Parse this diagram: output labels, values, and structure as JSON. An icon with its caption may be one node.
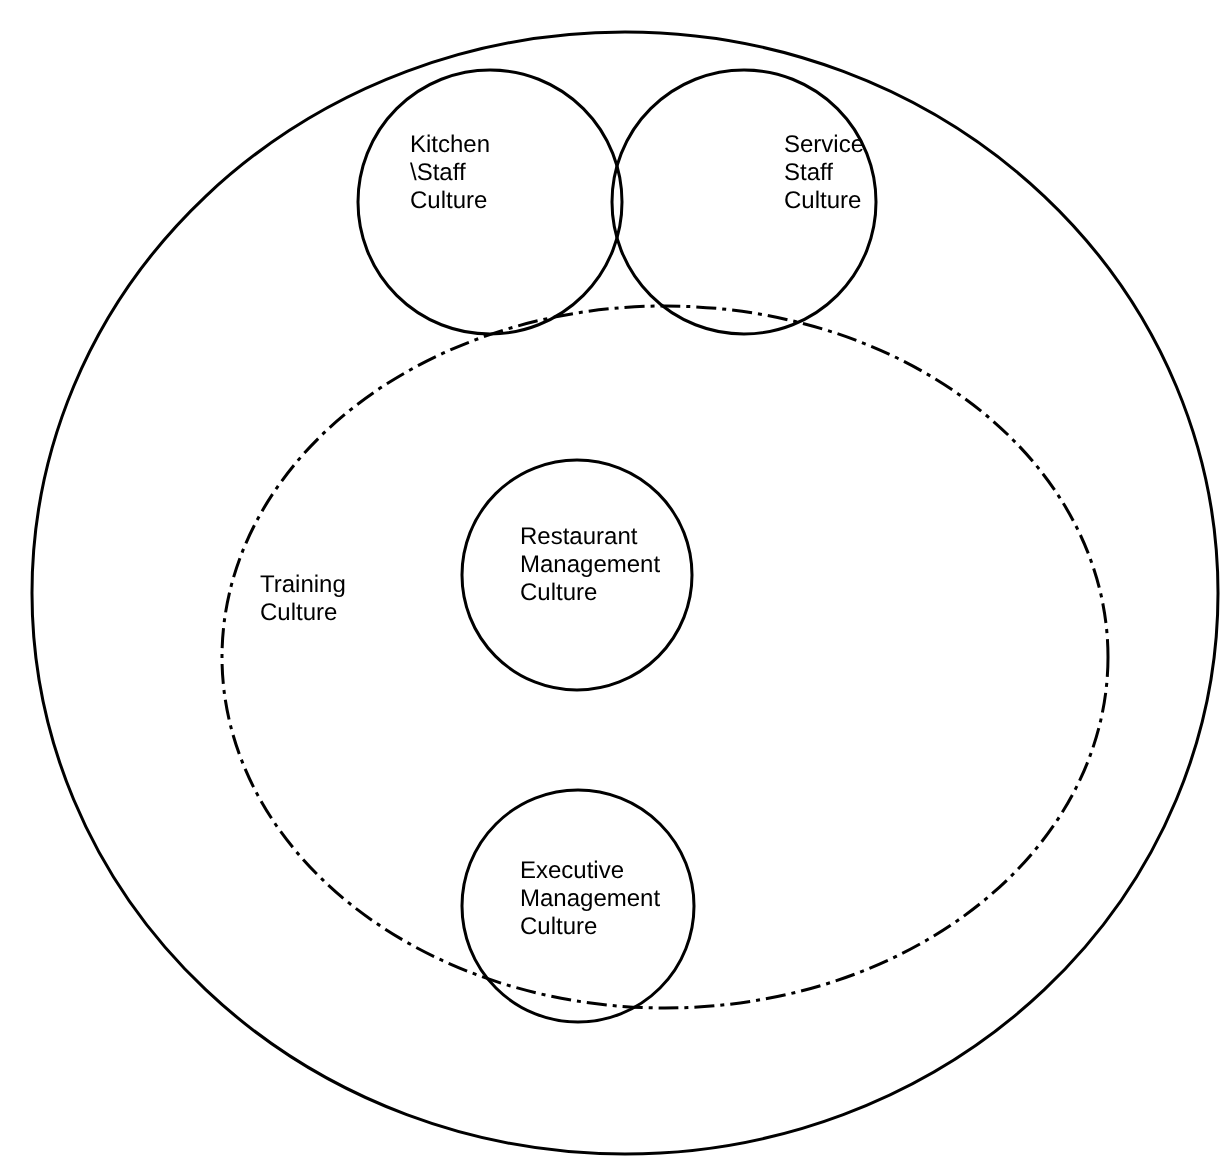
{
  "diagram": {
    "nodes": [
      {
        "text": [],
        "shape": "circle"
      },
      {
        "text": [
          "Kitchen \\Staff Culture"
        ],
        "in": 0
      },
      {
        "text": [
          "Service Staff Culture"
        ],
        "in": 0
      },
      {
        "text": [
          "Training Culture"
        ],
        "in": 0
      },
      {
        "text": [
          "Restaurant Management Culture"
        ],
        "in": 3
      },
      {
        "text": [
          "Executive Management Culture"
        ],
        "in": 0
      }
    ],
    "edges": []
  }
}
